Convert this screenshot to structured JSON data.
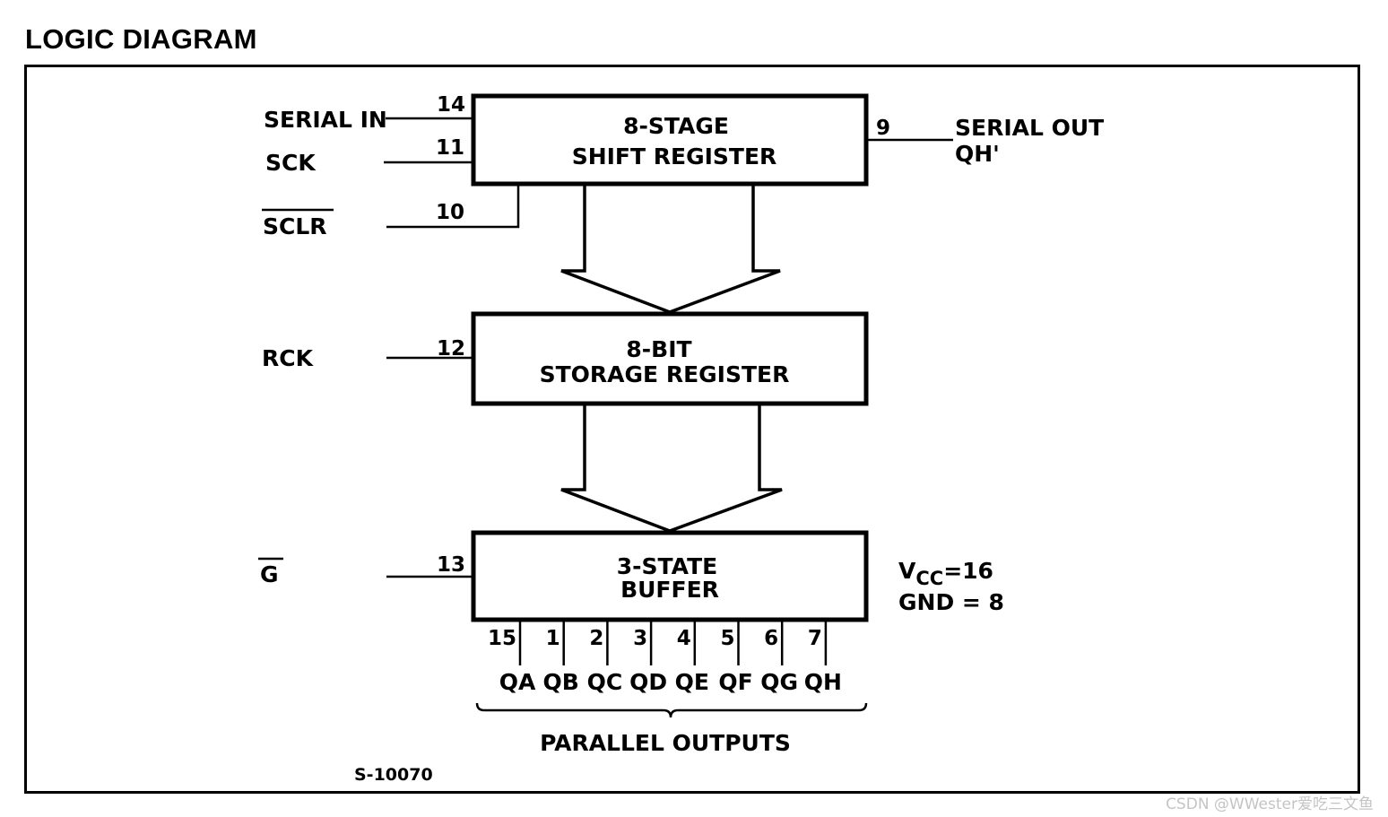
{
  "title": "LOGIC DIAGRAM",
  "blocks": {
    "shift": {
      "line1": "8-STAGE",
      "line2": "SHIFT REGISTER"
    },
    "storage": {
      "line1": "8-BIT",
      "line2": "STORAGE REGISTER"
    },
    "buffer": {
      "line1": "3-STATE",
      "line2": "BUFFER"
    }
  },
  "inputs": {
    "serial_in": {
      "label": "SERIAL IN",
      "pin": "14"
    },
    "sck": {
      "label": "SCK",
      "pin": "11"
    },
    "sclr": {
      "label": "SCLR",
      "pin": "10"
    },
    "rck": {
      "label": "RCK",
      "pin": "12"
    },
    "g": {
      "label": "G",
      "pin": "13"
    }
  },
  "serial_out": {
    "pin": "9",
    "line1": "SERIAL OUT",
    "line2": "QH'"
  },
  "power": {
    "vcc_v": "V",
    "vcc_sub": "CC",
    "vcc_val": "=16",
    "gnd": "GND = 8"
  },
  "outputs": [
    {
      "pin": "15",
      "name": "QA"
    },
    {
      "pin": "1",
      "name": "QB"
    },
    {
      "pin": "2",
      "name": "QC"
    },
    {
      "pin": "3",
      "name": "QD"
    },
    {
      "pin": "4",
      "name": "QE"
    },
    {
      "pin": "5",
      "name": "QF"
    },
    {
      "pin": "6",
      "name": "QG"
    },
    {
      "pin": "7",
      "name": "QH"
    }
  ],
  "parallel_outputs_label": "PARALLEL OUTPUTS",
  "figure_code": "S-10070",
  "watermark": "CSDN @WWester爱吃三文鱼"
}
